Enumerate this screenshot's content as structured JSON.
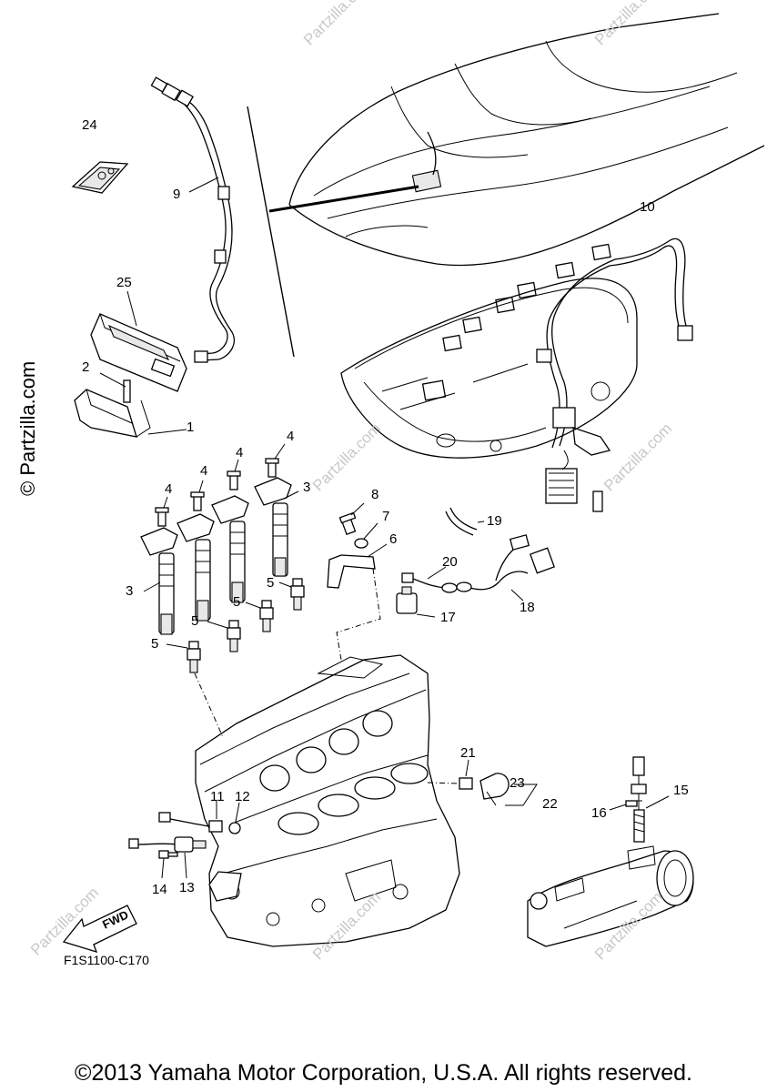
{
  "diagram": {
    "code": "F1S1100-C170",
    "direction_label": "FWD",
    "copyright": "©2013 Yamaha Motor Corporation, U.S.A. All rights reserved.",
    "watermark": "© Partzilla.com",
    "watermark_short": "Partzilla.com",
    "callouts": [
      {
        "id": "c24",
        "label": "24"
      },
      {
        "id": "c9",
        "label": "9"
      },
      {
        "id": "c25",
        "label": "25"
      },
      {
        "id": "c2",
        "label": "2"
      },
      {
        "id": "c1",
        "label": "1"
      },
      {
        "id": "c10",
        "label": "10"
      },
      {
        "id": "c4a",
        "label": "4"
      },
      {
        "id": "c4b",
        "label": "4"
      },
      {
        "id": "c4c",
        "label": "4"
      },
      {
        "id": "c4d",
        "label": "4"
      },
      {
        "id": "c3a",
        "label": "3"
      },
      {
        "id": "c3b",
        "label": "3"
      },
      {
        "id": "c8",
        "label": "8"
      },
      {
        "id": "c7",
        "label": "7"
      },
      {
        "id": "c6",
        "label": "6"
      },
      {
        "id": "c19",
        "label": "19"
      },
      {
        "id": "c20",
        "label": "20"
      },
      {
        "id": "c18",
        "label": "18"
      },
      {
        "id": "c17",
        "label": "17"
      },
      {
        "id": "c5a",
        "label": "5"
      },
      {
        "id": "c5b",
        "label": "5"
      },
      {
        "id": "c5c",
        "label": "5"
      },
      {
        "id": "c5d",
        "label": "5"
      },
      {
        "id": "c21",
        "label": "21"
      },
      {
        "id": "c23",
        "label": "23"
      },
      {
        "id": "c22",
        "label": "22"
      },
      {
        "id": "c11",
        "label": "11"
      },
      {
        "id": "c12",
        "label": "12"
      },
      {
        "id": "c16",
        "label": "16"
      },
      {
        "id": "c15",
        "label": "15"
      },
      {
        "id": "c14",
        "label": "14"
      },
      {
        "id": "c13",
        "label": "13"
      }
    ]
  }
}
